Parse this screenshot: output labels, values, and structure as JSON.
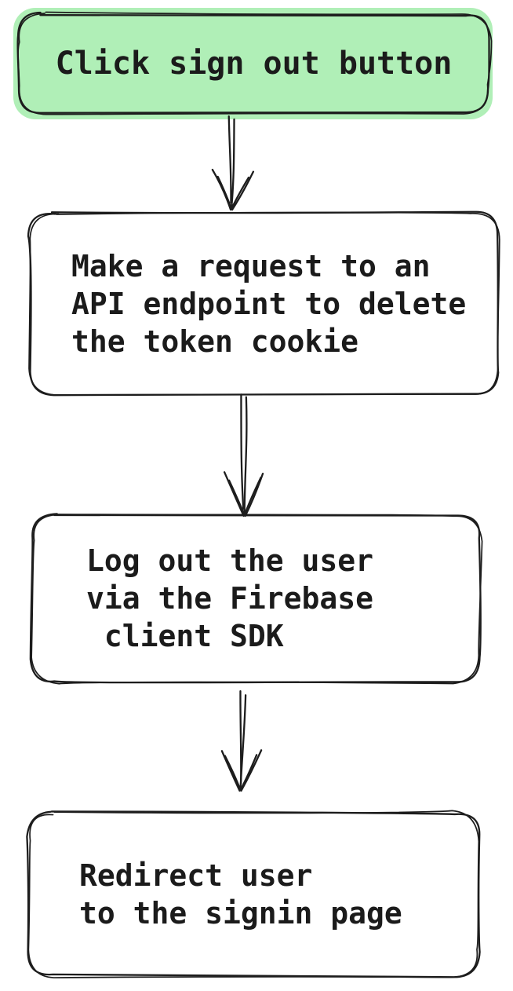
{
  "diagram": {
    "type": "flowchart",
    "direction": "top-down",
    "nodes": [
      {
        "id": "click-sign-out",
        "lines": [
          "Click sign out button"
        ],
        "fill": "#b0efb7",
        "highlighted": true
      },
      {
        "id": "delete-token-cookie-request",
        "lines": [
          "Make a request to an",
          "API endpoint to delete",
          "the token cookie"
        ],
        "fill": "#ffffff",
        "highlighted": false
      },
      {
        "id": "firebase-client-signout",
        "lines": [
          "Log out the user",
          "via the Firebase",
          " client SDK"
        ],
        "fill": "#ffffff",
        "highlighted": false
      },
      {
        "id": "redirect-signin",
        "lines": [
          "Redirect user",
          "to the signin page"
        ],
        "fill": "#ffffff",
        "highlighted": false
      }
    ],
    "edges": [
      {
        "from": "click-sign-out",
        "to": "delete-token-cookie-request",
        "style": "sketched-double-line-arrow-down"
      },
      {
        "from": "delete-token-cookie-request",
        "to": "firebase-client-signout",
        "style": "sketched-double-line-arrow-down"
      },
      {
        "from": "firebase-client-signout",
        "to": "redirect-signin",
        "style": "sketched-double-line-arrow-down"
      }
    ],
    "colors": {
      "highlight_fill": "#b0efb7",
      "node_fill": "#ffffff",
      "stroke": "#1d1d1d",
      "text": "#1b1b1b",
      "background": "#ffffff"
    }
  }
}
